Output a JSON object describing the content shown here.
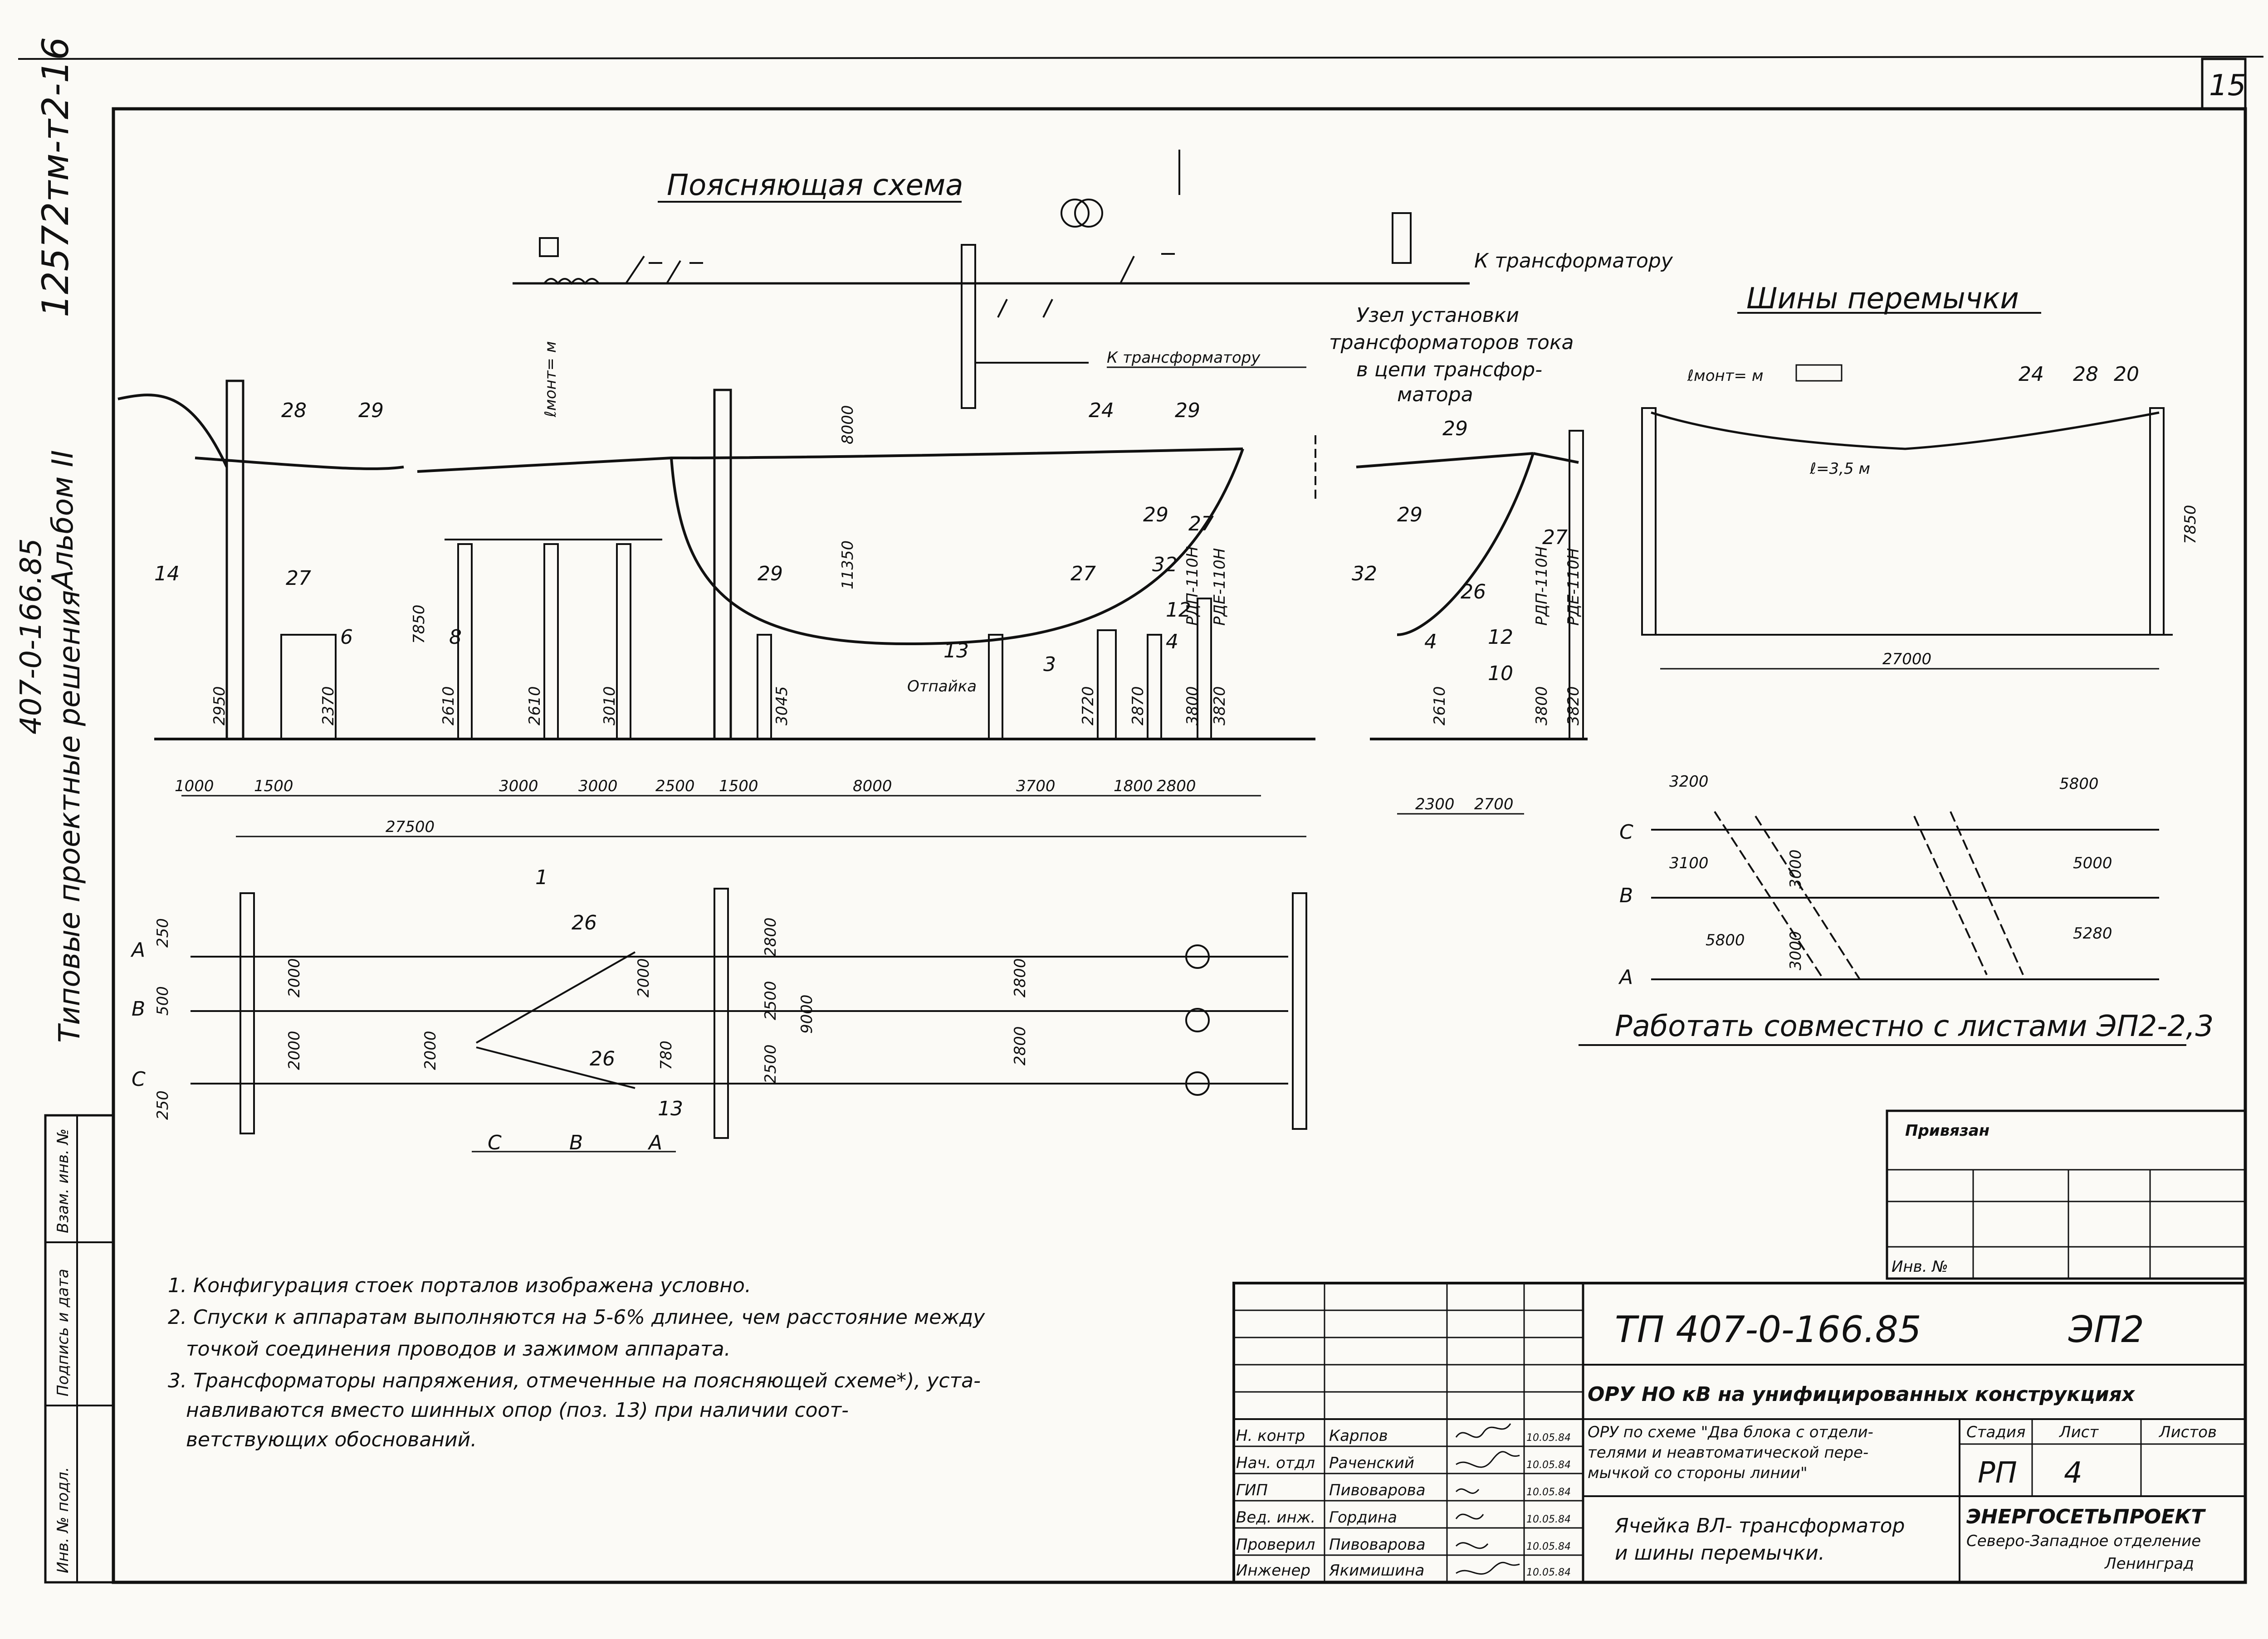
{
  "sheet": {
    "page_number": "15",
    "margin_code": "12572тм-т2-16",
    "album_side_1": "407-0-166.85",
    "album_side_2": "Альбом II",
    "album_side_3": "Типовые проектные решения",
    "left_strip": [
      "Инв. № подл.",
      "Подпись и дата",
      "Взам. инв. №"
    ]
  },
  "schema": {
    "title": "Поясняющая схема",
    "to_transformer": "К трансформатору",
    "to_transformer_2": "К трансформатору",
    "node_lines": [
      "Узел установки",
      "трансформаторов тока",
      "в цепи трансфор-",
      "матора"
    ],
    "l_mont": "ℓмонт=      м"
  },
  "elevation": {
    "labels": [
      "28",
      "29",
      "14",
      "27",
      "6",
      "8",
      "29",
      "24",
      "29",
      "29",
      "32",
      "27",
      "27",
      "12",
      "4",
      "3",
      "13"
    ],
    "otpajka": "Отпайка",
    "portal_heights": [
      "2950",
      "2370",
      "7850",
      "2610",
      "2610",
      "3010",
      "3045",
      "11350",
      "8000",
      "2720",
      "2870",
      "3800",
      "3820"
    ],
    "rdp": [
      "РДП-110Н",
      "РДЕ-110Н"
    ],
    "dims_bottom": [
      "1000",
      "1500",
      "3000",
      "3000",
      "2500",
      "1500",
      "8000",
      "3700",
      "1800",
      "2800"
    ],
    "total": "27500"
  },
  "right_elevation": {
    "labels": [
      "29",
      "29",
      "32",
      "26",
      "27",
      "12",
      "10",
      "4"
    ],
    "heights": [
      "2610",
      "3800",
      "3820"
    ],
    "rdp": [
      "РДП-110Н",
      "РДЕ-110Н"
    ],
    "dims": [
      "2300",
      "2700"
    ]
  },
  "bus_jumper": {
    "title": "Шины перемычки",
    "l_mont": "ℓмонт=      м",
    "l_val": "ℓ=3,5 м",
    "labels": [
      "24",
      "28",
      "20"
    ],
    "height": "7850",
    "width": "27000"
  },
  "plan": {
    "phases": [
      "А",
      "В",
      "С"
    ],
    "left_dims": [
      "250",
      "500",
      "250"
    ],
    "pos_labels": [
      "26",
      "26",
      "13"
    ],
    "dims_inner": [
      "2000",
      "2000",
      "2000",
      "2000",
      "780"
    ],
    "dims_right": [
      "2800",
      "2500",
      "2500",
      "9000"
    ],
    "dims_equip": [
      "2800",
      "2800"
    ],
    "cut_marker": "1",
    "phase_bottom": [
      "С",
      "В",
      "А"
    ]
  },
  "bus_plan": {
    "dims": [
      "3200",
      "3100",
      "5800",
      "3000",
      "3000",
      "5800",
      "5000",
      "5280"
    ],
    "phases": [
      "С",
      "В",
      "А"
    ],
    "note": "Работать совместно с листами ЭП2-2,3"
  },
  "notes": [
    "1. Конфигурация стоек порталов изображена условно.",
    "2. Спуски к аппаратам выполняются на 5-6% длинее, чем расстояние между",
    "точкой соединения проводов и зажимом аппарата.",
    "3. Трансформаторы напряжения, отмеченные на поясняющей схеме*), уста-",
    "навливаются вместо шинных опор (поз. 13) при наличии соот-",
    "ветствующих обоснований."
  ],
  "stamp": {
    "privyazan": "Привязан",
    "inv": "Инв. №",
    "code": "ТП 407-0-166.85",
    "sheet_code": "ЭП2",
    "title": "ОРУ НО кВ на унифицированных конструкциях",
    "desc_lines": [
      "ОРУ по схеме \"Два блока с отдели-",
      "телями и неавтоматической пере-",
      "мычкой со стороны линии\""
    ],
    "sheet_title_lines": [
      "Ячейка ВЛ- трансформатор",
      "и шины перемычки."
    ],
    "stage_h": "Стадия",
    "list_h": "Лист",
    "lists_h": "Листов",
    "stage": "РП",
    "list": "4",
    "org_lines": [
      "ЭНЕРГОСЕТЬПРОЕКТ",
      "Северо-Западное отделение",
      "Ленинград"
    ],
    "people": [
      {
        "role": "Н. контр",
        "name": "Карпов",
        "date": "10.05.84"
      },
      {
        "role": "Нач. отдл",
        "name": "Раченский",
        "date": "10.05.84"
      },
      {
        "role": "ГИП",
        "name": "Пивоварова",
        "date": "10.05.84"
      },
      {
        "role": "Вед. инж.",
        "name": "Гордина",
        "date": "10.05.84"
      },
      {
        "role": "Проверил",
        "name": "Пивоварова",
        "date": "10.05.84"
      },
      {
        "role": "Инженер",
        "name": "Якимишина",
        "date": "10.05.84"
      }
    ]
  }
}
